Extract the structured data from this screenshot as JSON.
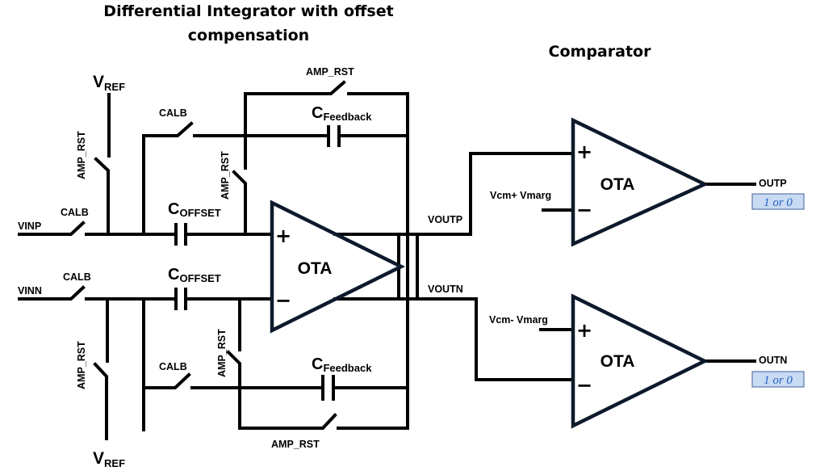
{
  "titles": {
    "integrator_line1": "Differential Integrator with offset",
    "integrator_line2": "compensation",
    "comparator": "Comparator"
  },
  "labels": {
    "vref_v": "V",
    "vref_sub": "REF",
    "amp_rst": "AMP_RST",
    "calb": "CALB",
    "vinp": "VINP",
    "vinn": "VINN",
    "c": "C",
    "offset_sub": "OFFSET",
    "feedback_sub": "Feedback",
    "voutp": "VOUTP",
    "voutn": "VOUTN",
    "ota": "OTA",
    "plus": "+",
    "minus": "−",
    "vcm_plus": "Vcm+ Vmarg",
    "vcm_minus": "Vcm- Vmarg",
    "outp": "OUTP",
    "outn": "OUTN",
    "digital_out": "1 or 0"
  }
}
